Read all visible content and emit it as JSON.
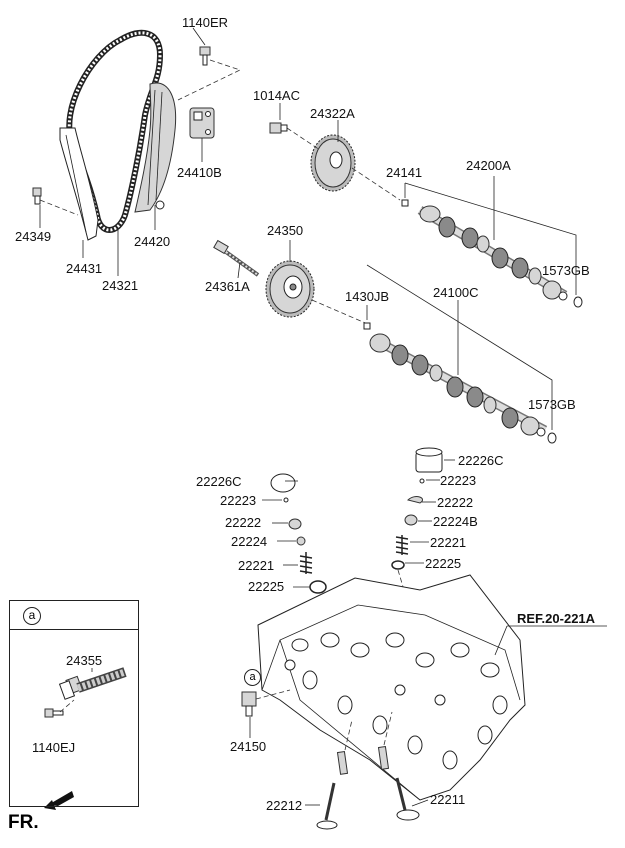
{
  "labels": {
    "l1140ER": "1140ER",
    "l1014AC": "1014AC",
    "l24322A": "24322A",
    "l24410B": "24410B",
    "l24141": "24141",
    "l24200A": "24200A",
    "l24349": "24349",
    "l24420": "24420",
    "l24431": "24431",
    "l24321": "24321",
    "l24350": "24350",
    "l24361A": "24361A",
    "l1573GB_top": "1573GB",
    "l1430JB": "1430JB",
    "l24100C": "24100C",
    "l1573GB_bottom": "1573GB",
    "l22226C_left": "22226C",
    "l22226C_right": "22226C",
    "l22223_left": "22223",
    "l22223_right": "22223",
    "l22222_left": "22222",
    "l22222_right": "22222",
    "l22224": "22224",
    "l22224B": "22224B",
    "l22221_left": "22221",
    "l22221_right": "22221",
    "l22225_left": "22225",
    "l22225_right": "22225",
    "l24355": "24355",
    "l1140EJ": "1140EJ",
    "l24150": "24150",
    "l22212": "22212",
    "l22211": "22211"
  },
  "reference": "REF.20-221A",
  "inset_marker": "a",
  "head_marker": "a",
  "direction": "FR."
}
